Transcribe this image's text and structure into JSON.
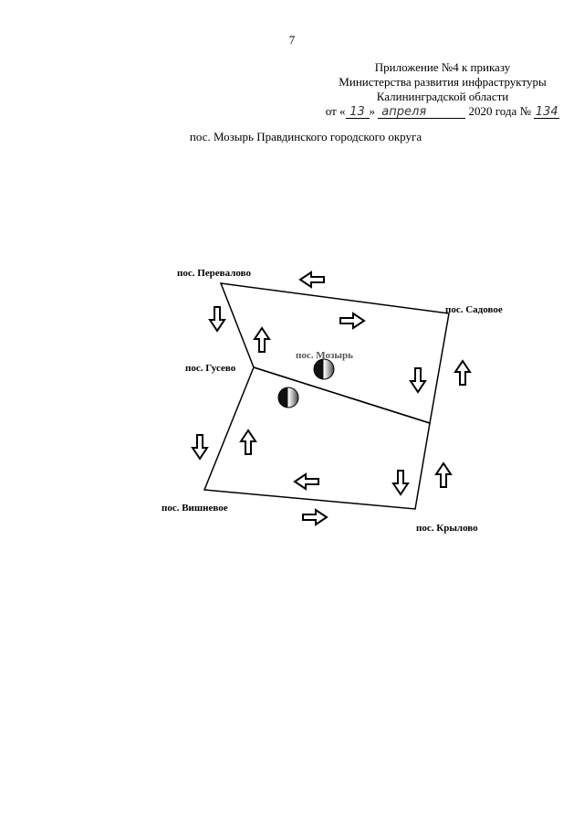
{
  "page_number": "7",
  "header": {
    "line1": "Приложение №4 к приказу",
    "line2": "Министерства развития инфраструктуры",
    "line3": "Калининградской области",
    "date_prefix": "от «",
    "day": "13",
    "date_sep": "»",
    "month": "апреля",
    "year_text": "2020 года №",
    "order_number": "134"
  },
  "route_title": "пос. Мозырь Правдинского городского округа",
  "diagram": {
    "labels": {
      "perevalovo": "пос. Перевалово",
      "sadovoe": "пос. Садовое",
      "mozyr": "пос. Мозырь",
      "gusevo": "пос. Гусево",
      "vishnevoe": "пос. Вишневое",
      "krylovo": "пос. Крылово"
    },
    "colors": {
      "ink": "#000000",
      "stop_dark": "#111111",
      "stop_light": "#ffffff"
    }
  }
}
